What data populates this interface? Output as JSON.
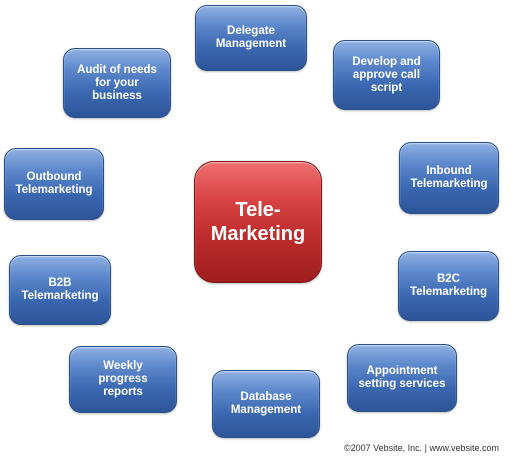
{
  "diagram": {
    "center": "Tele-\nMarketing",
    "nodes": {
      "delegate": "Delegate\nManagement",
      "develop": "Develop and\napprove call\nscript",
      "audit": "Audit of needs\nfor your\nbusiness",
      "outbound": "Outbound\nTelemarketing",
      "inbound": "Inbound\nTelemarketing",
      "b2b": "B2B\nTelemarketing",
      "b2c": "B2C\nTelemarketing",
      "weekly": "Weekly\nprogress\nreports",
      "appointment": "Appointment\nsetting services",
      "database": "Database\nManagement"
    },
    "colors": {
      "node": "#3a67b0",
      "center": "#bb2a2a"
    }
  },
  "footer": {
    "copyright": "©2007  Vebsite, Inc.  |  www.vebsite.com"
  }
}
